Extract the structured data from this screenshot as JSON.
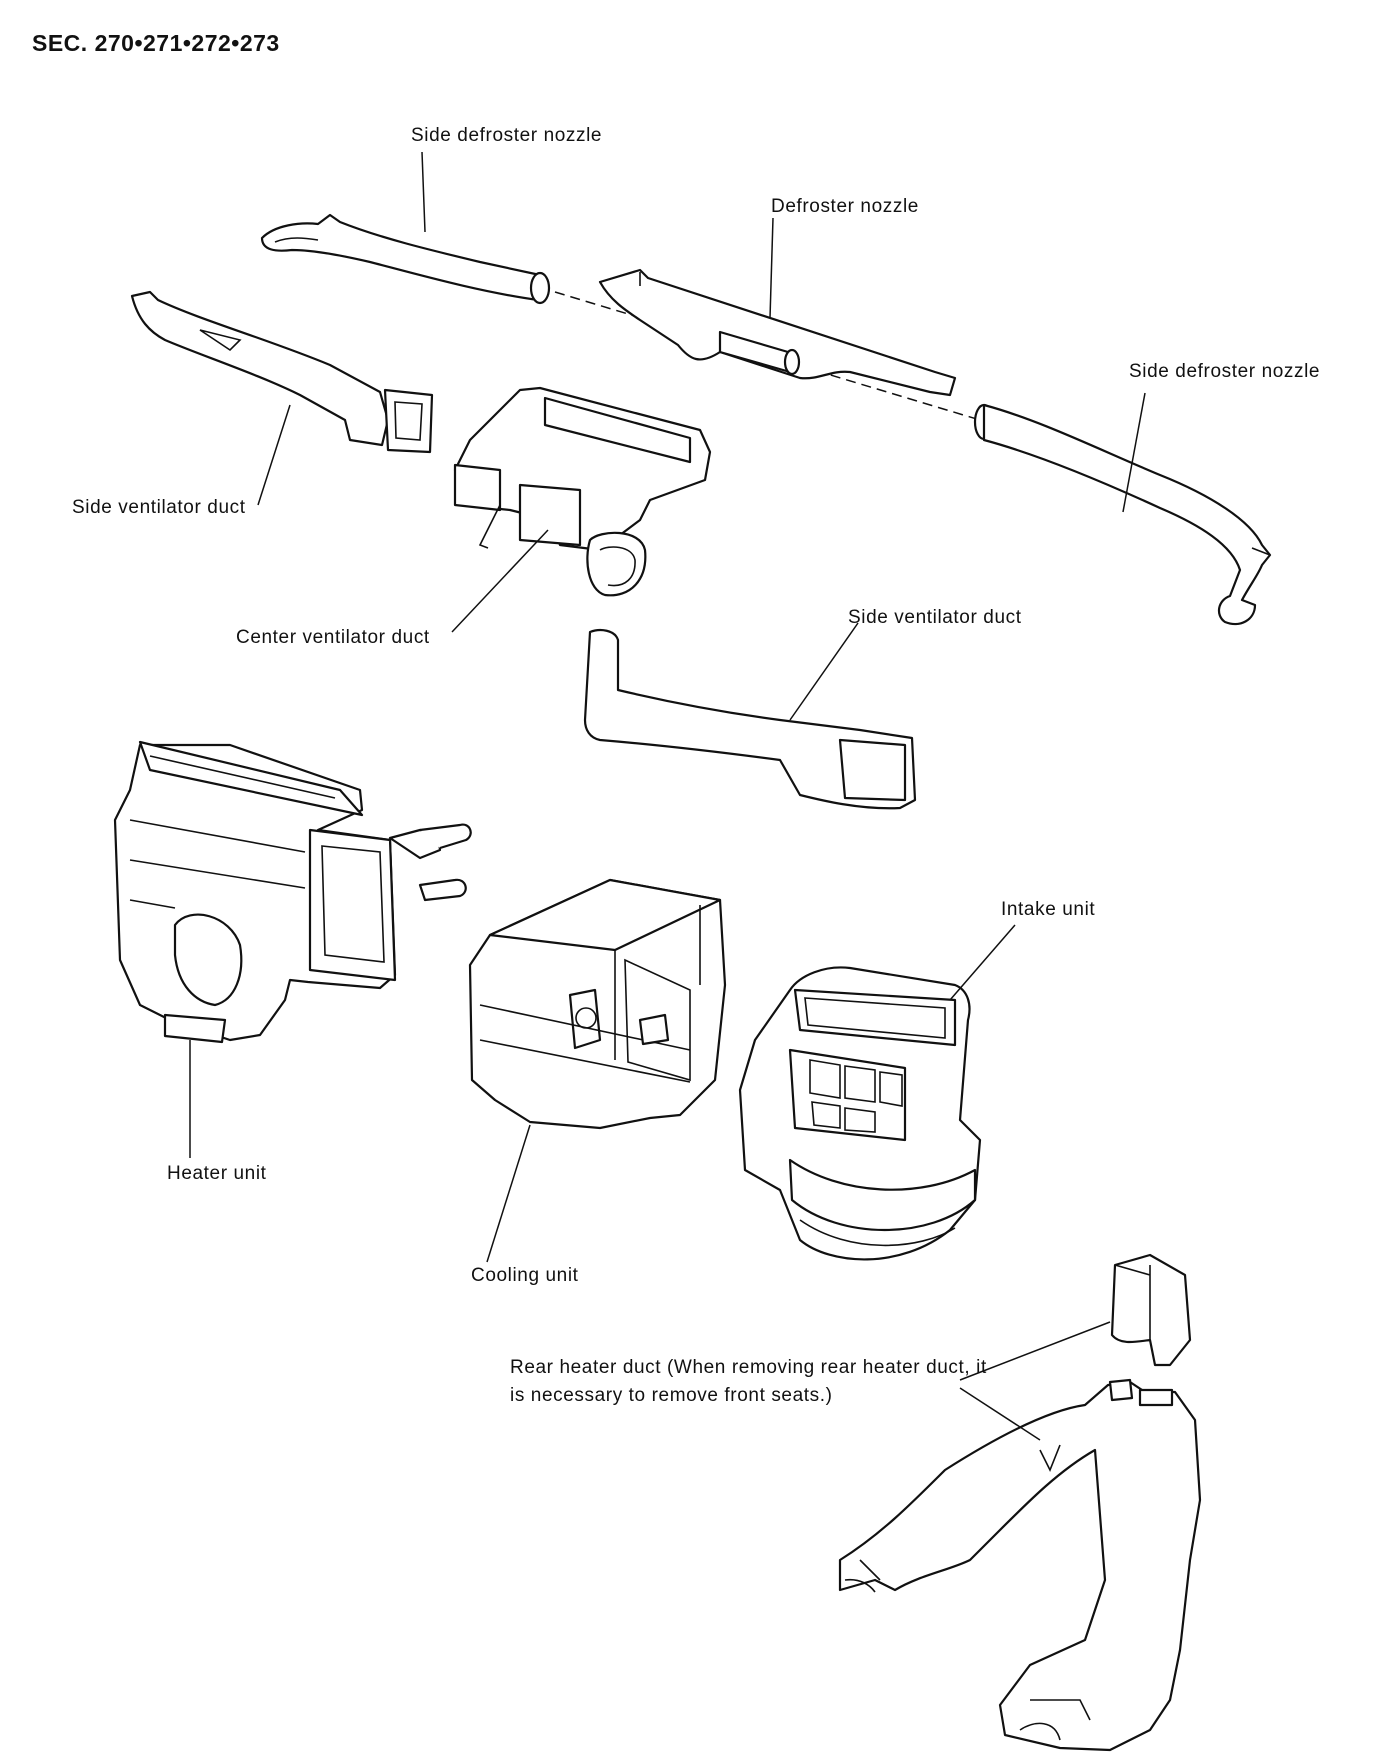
{
  "section_title": "SEC. 270•271•272•273",
  "labels": {
    "side_defroster_nozzle_left": "Side defroster nozzle",
    "defroster_nozzle": "Defroster nozzle",
    "side_defroster_nozzle_right": "Side defroster nozzle",
    "side_ventilator_duct_left": "Side ventilator duct",
    "center_ventilator_duct": "Center ventilator duct",
    "side_ventilator_duct_right": "Side ventilator duct",
    "intake_unit": "Intake unit",
    "heater_unit": "Heater unit",
    "cooling_unit": "Cooling unit",
    "rear_heater_duct": "Rear heater duct (When removing rear heater duct, it is necessary to remove front seats.)"
  }
}
